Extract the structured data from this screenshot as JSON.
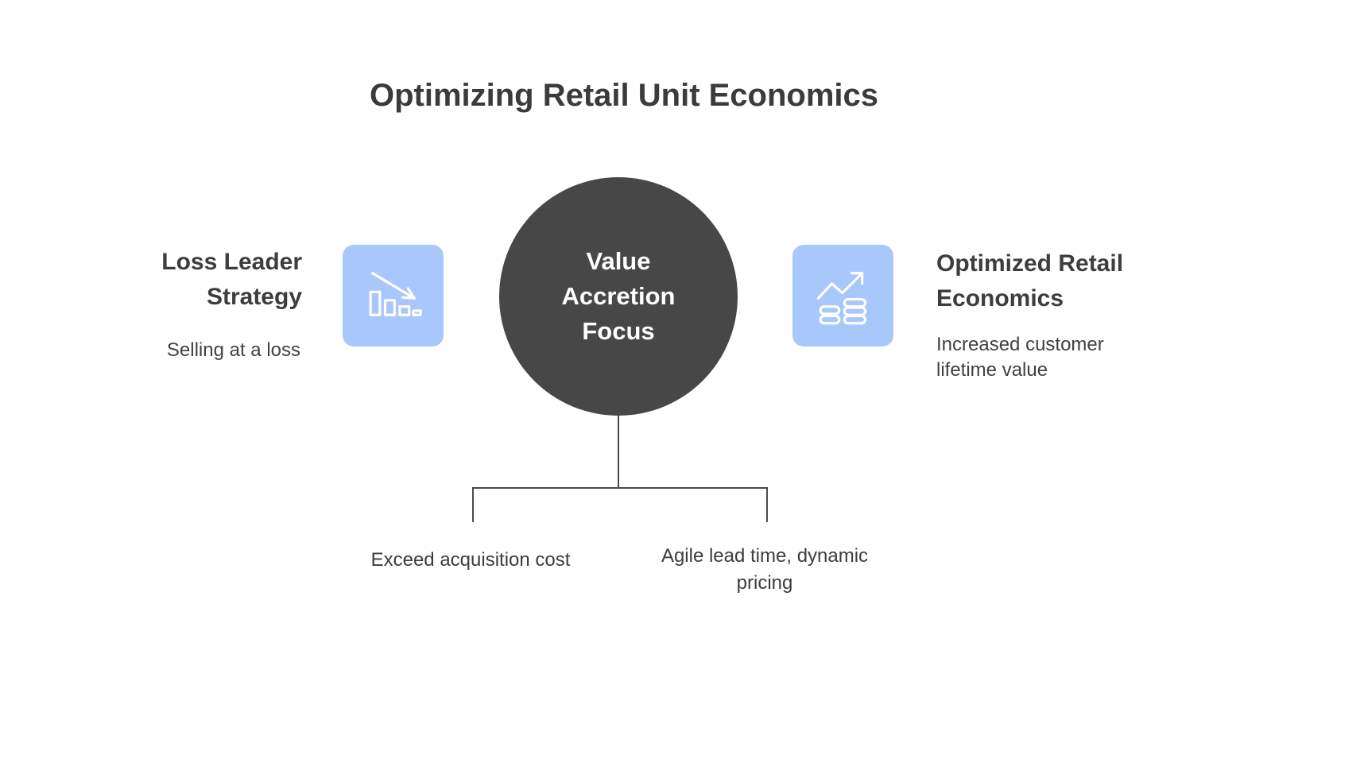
{
  "title": "Optimizing Retail Unit Economics",
  "center": {
    "label": "Value\nAccretion\nFocus"
  },
  "left": {
    "heading": "Loss Leader\nStrategy",
    "subtitle": "Selling at a loss",
    "icon": "declining-bar-chart-icon"
  },
  "right": {
    "heading": "Optimized Retail\nEconomics",
    "subtitle": "Increased customer\nlifetime value",
    "icon": "growth-coins-icon"
  },
  "branches": [
    {
      "label": "Exceed acquisition cost"
    },
    {
      "label": "Agile lead time, dynamic\npricing"
    }
  ],
  "colors": {
    "accent_blue": "#a8c8fb",
    "circle_dark": "#474747",
    "text_dark": "#3d3d3d",
    "line_gray": "#4a4a4a",
    "icon_stroke": "#ffffff"
  }
}
